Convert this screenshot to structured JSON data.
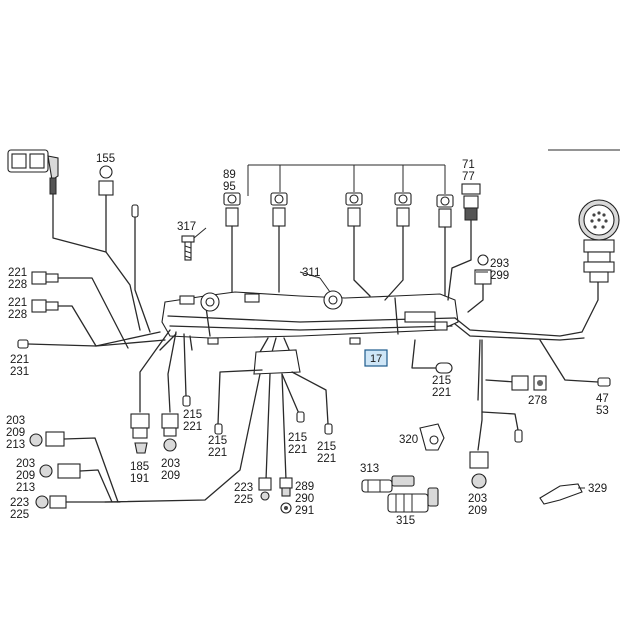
{
  "labels": {
    "l155": "155",
    "l89": "89",
    "l95": "95",
    "l71": "71",
    "l77": "77",
    "l317": "317",
    "l311": "311",
    "l293": "293",
    "l299": "299",
    "l221a": "221",
    "l228a": "228",
    "l221b": "221",
    "l228b": "228",
    "l221c": "221",
    "l231": "231",
    "l17": "17",
    "l215a": "215",
    "l221d": "221",
    "l278": "278",
    "l47": "47",
    "l53": "53",
    "l215b": "215",
    "l221e": "221",
    "l215c": "215",
    "l221f": "221",
    "l215d": "215",
    "l221g": "221",
    "l215e": "215",
    "l221h": "221",
    "l203a": "203",
    "l209a": "209",
    "l213a": "213",
    "l203b": "203",
    "l209b": "209",
    "l213b": "213",
    "l223a": "223",
    "l225a": "225",
    "l185": "185",
    "l191": "191",
    "l203c": "203",
    "l209c": "209",
    "l223b": "223",
    "l225b": "225",
    "l289": "289",
    "l290": "290",
    "l291": "291",
    "l320": "320",
    "l313": "313",
    "l315": "315",
    "l203d": "203",
    "l209d": "209",
    "l329": "329"
  },
  "highlight_color": "#cfe6f7"
}
